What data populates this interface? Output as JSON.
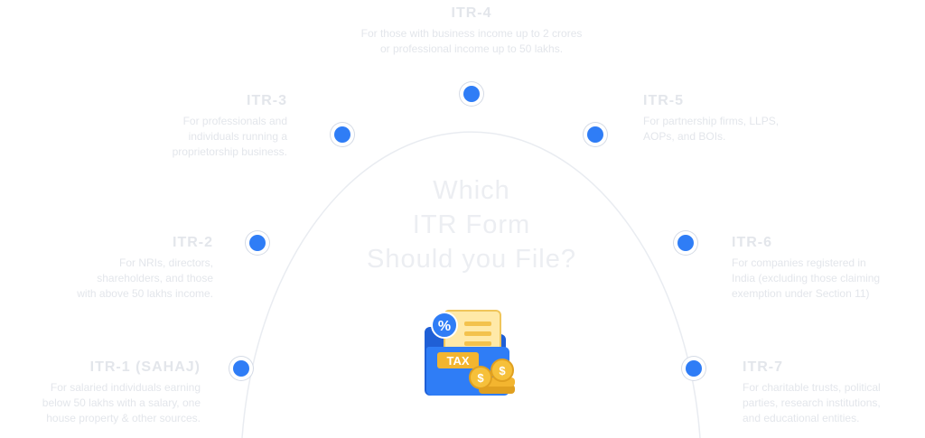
{
  "heading": "Which\nITR Form\nShould you File?",
  "accent_color": "#2f7df6",
  "text_color": "#e3e6eb",
  "icon": {
    "name": "tax-folder-coins-icon",
    "label": "TAX",
    "badge": "%",
    "coin_symbol": "$"
  },
  "forms": [
    {
      "title": "ITR-1 (SAHAJ)",
      "desc": "For salaried individuals earning\nbelow 50 lakhs with a salary, one\nhouse property & other sources."
    },
    {
      "title": "ITR-2",
      "desc": "For NRIs, directors,\nshareholders, and those\nwith above 50 lakhs income."
    },
    {
      "title": "ITR-3",
      "desc": "For professionals and\nindividuals running a\nproprietorship business."
    },
    {
      "title": "ITR-4",
      "desc": "For those with business income up to 2 crores\nor professional income up to 50 lakhs."
    },
    {
      "title": "ITR-5",
      "desc": "For partnership firms, LLPS,\nAOPs, and BOIs."
    },
    {
      "title": "ITR-6",
      "desc": "For companies registered in\nIndia (excluding those claiming\nexemption under Section 11)"
    },
    {
      "title": "ITR-7",
      "desc": "For charitable trusts, political\nparties, research institutions,\nand educational entities."
    }
  ]
}
